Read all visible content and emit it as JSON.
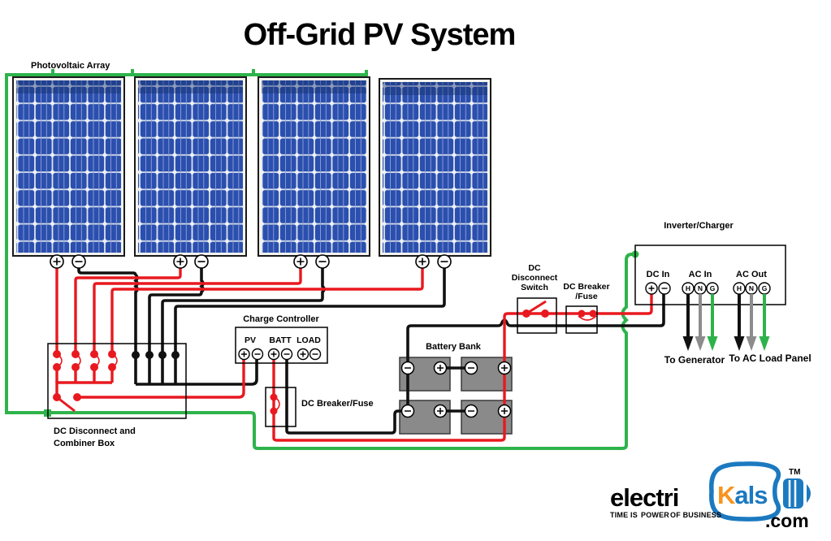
{
  "title": "Off-Grid PV System",
  "colors": {
    "wire_red": "#e8191f",
    "wire_black": "#111111",
    "wire_green": "#2eb34b",
    "wire_gray": "#8c8c8c",
    "panel_blue": "#2b4fae",
    "battery_gray": "#8a8a8a",
    "battery_label": "#17375e",
    "logo_blue": "#1b79c0",
    "logo_orange": "#f7941e"
  },
  "labels": {
    "pv_array": "Photovoltaic Array",
    "charge_controller": "Charge Controller",
    "cc_terminals": [
      "PV",
      "BATT",
      "LOAD"
    ],
    "combiner_line1": "DC Disconnect and",
    "combiner_line2": "Combiner Box",
    "battery_breaker": "DC Breaker/Fuse",
    "battery_bank": "Battery Bank",
    "switch_line1": "DC",
    "switch_line2": "Disconnect",
    "switch_line3": "Switch",
    "inverter_breaker_line1": "DC Breaker",
    "inverter_breaker_line2": "/Fuse",
    "inverter": "Inverter/Charger",
    "dc_in": "DC In",
    "ac_in": "AC In",
    "ac_out": "AC Out",
    "ac_letters": [
      "H",
      "N",
      "G"
    ],
    "to_generator": "To Generator",
    "to_ac_load": "To AC Load Panel"
  },
  "logo": {
    "word_start": "electri",
    "word_k": "K",
    "word_end": "als",
    "trademark": "TM",
    "domain": ".com",
    "tagline_1": "TIME IS",
    "tagline_2": "POWER",
    "tagline_3": "OF BUSINESS"
  }
}
